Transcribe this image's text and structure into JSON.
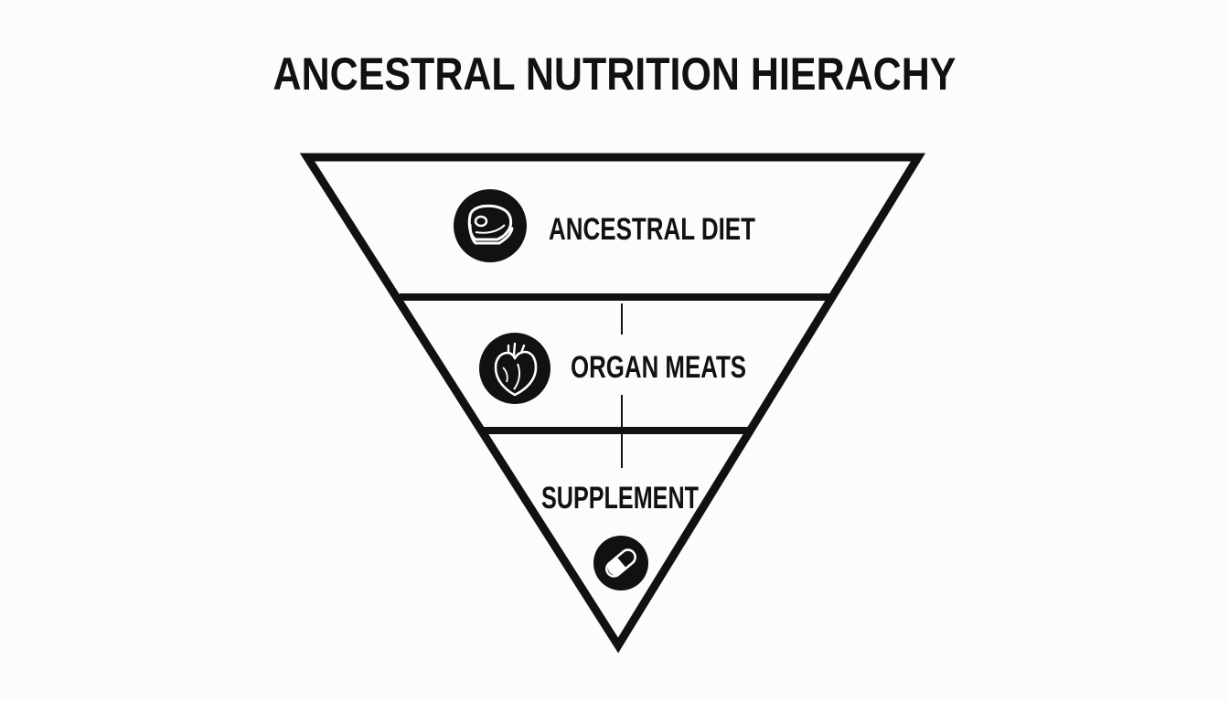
{
  "title": "ANCESTRAL NUTRITION HIERACHY",
  "tiers": [
    {
      "label": "ANCESTRAL DIET",
      "icon": "meat-steak-icon"
    },
    {
      "label": "ORGAN MEATS",
      "icon": "heart-organ-icon"
    },
    {
      "label": "SUPPLEMENT",
      "icon": "capsule-pill-icon"
    }
  ],
  "colors": {
    "ink": "#111111",
    "background": "#fbfcfc",
    "icon_fill": "#ffffff"
  }
}
